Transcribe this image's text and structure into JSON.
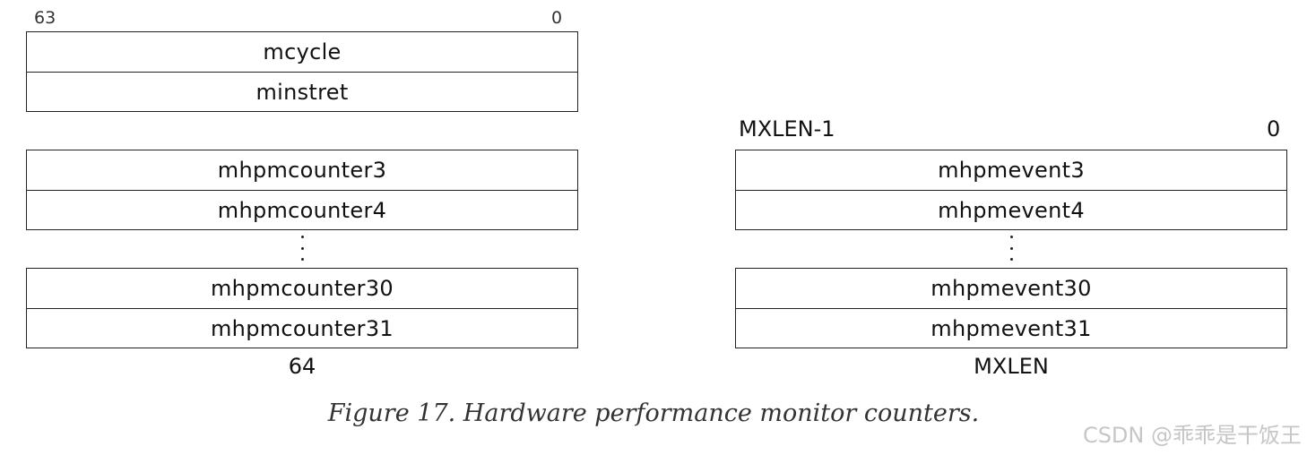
{
  "left": {
    "bit_high": "63",
    "bit_low": "0",
    "top_registers": [
      "mcycle",
      "minstret"
    ],
    "counters_top": [
      "mhpmcounter3",
      "mhpmcounter4"
    ],
    "counters_bottom": [
      "mhpmcounter30",
      "mhpmcounter31"
    ],
    "width_label": "64"
  },
  "right": {
    "bit_high": "MXLEN-1",
    "bit_low": "0",
    "events_top": [
      "mhpmevent3",
      "mhpmevent4"
    ],
    "events_bottom": [
      "mhpmevent30",
      "mhpmevent31"
    ],
    "width_label": "MXLEN"
  },
  "caption": "Figure 17. Hardware performance monitor counters.",
  "watermark": "CSDN @乖乖是干饭王"
}
